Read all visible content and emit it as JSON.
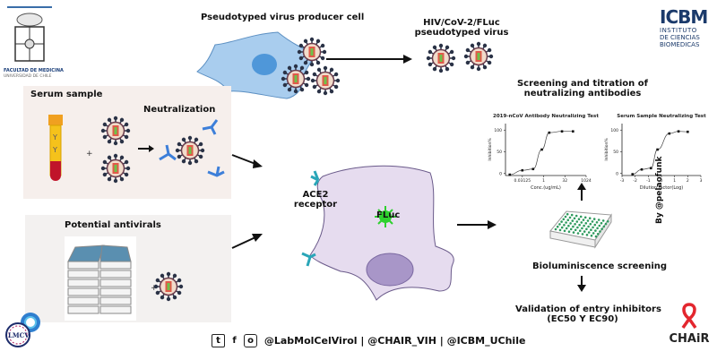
{
  "logos": {
    "left_top": {
      "line1": "FACULTAD DE MEDICINA",
      "line2": "UNIVERSIDAD DE CHILE"
    },
    "right_top": {
      "mark": "ICBM",
      "line1": "INSTITUTO",
      "line2": "DE CIENCIAS",
      "line3": "BIOMÉDICAS"
    },
    "bottom_left": {
      "text": "LMCV"
    },
    "bottom_right": {
      "text": "CHAiR"
    }
  },
  "labels": {
    "producer_cell": "Pseudotyped virus producer cell",
    "pseudovirus_line1": "HIV/CoV-2/FLuc",
    "pseudovirus_line2": "pseudotyped virus",
    "serum_sample": "Serum sample",
    "neutralization": "Neutralization",
    "potential_antivirals": "Potential antivirals",
    "ace2_line1": "ACE2",
    "ace2_line2": "receptor",
    "fluc": "FLuc",
    "screening_line1": "Screening and titration of",
    "screening_line2": "neutralizing antibodies",
    "biolum": "Bioluminiscence  screening",
    "validation_line1": "Validation  of entry inhibitors",
    "validation_line2": "(EC50 Y EC90)",
    "credit": "By @pelaofunk",
    "plus": "+"
  },
  "footer": {
    "icons": [
      "twitter-icon",
      "facebook-icon",
      "instagram-icon"
    ],
    "handles": "@LabMolCelVirol | @CHAIR_VIH  | @ICBM_UChile"
  },
  "colors": {
    "producer_cell": "#a9cdee",
    "target_cell": "#e6dcef",
    "nucleus_purple": "#a896c8",
    "fluc_green": "#2ed12e",
    "antibody_blue": "#3d7fd9",
    "ace2_teal": "#2aa6b8",
    "plate_green": "#2f9a5e"
  },
  "chart_data": [
    {
      "type": "scatter",
      "title": "2019-nCoV Antibody Neutralizing Test",
      "xlabel": "Conc.(ug/mL)",
      "ylabel": "Inhibition%",
      "x_scale": "log",
      "x_tick_labels": [
        "0.03125",
        "1",
        "32",
        "1024"
      ],
      "y_tick_labels": [
        "0",
        "50",
        "100"
      ],
      "ylim": [
        -5,
        115
      ],
      "x": [
        0.004,
        0.031,
        0.18,
        0.75,
        2.5,
        20,
        120
      ],
      "y": [
        -3,
        7,
        10,
        55,
        94,
        97,
        97
      ],
      "fit": "sigmoidal"
    },
    {
      "type": "scatter",
      "title": "Serum Sample Neutralizing Test",
      "xlabel": "Dilution factor(Log)",
      "ylabel": "Inhibition%",
      "x_tick_labels": [
        "-3",
        "-2",
        "-1",
        "0",
        "1",
        "2",
        "3"
      ],
      "y_tick_labels": [
        "0",
        "50",
        "100"
      ],
      "xlim": [
        -3,
        3
      ],
      "ylim": [
        -5,
        115
      ],
      "x": [
        -2.2,
        -1.5,
        -0.8,
        -0.3,
        0.6,
        1.3,
        2.0
      ],
      "y": [
        -2,
        9,
        12,
        55,
        92,
        97,
        96
      ],
      "fit": "sigmoidal"
    }
  ]
}
